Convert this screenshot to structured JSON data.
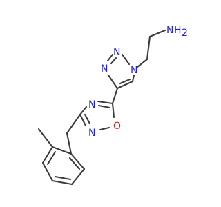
{
  "molecule": {
    "atoms": {
      "amine_n": "N",
      "amine_h": "H",
      "amine_h_sub": "2",
      "triazole_n1": "N",
      "triazole_n2": "N",
      "triazole_n3": "N",
      "oxadiazole_n4": "N",
      "oxadiazole_o1": "O",
      "oxadiazole_n2": "N"
    },
    "colors": {
      "bond": "#3c3c3c",
      "nitrogen": "#2020e0",
      "oxygen": "#e02020"
    }
  }
}
